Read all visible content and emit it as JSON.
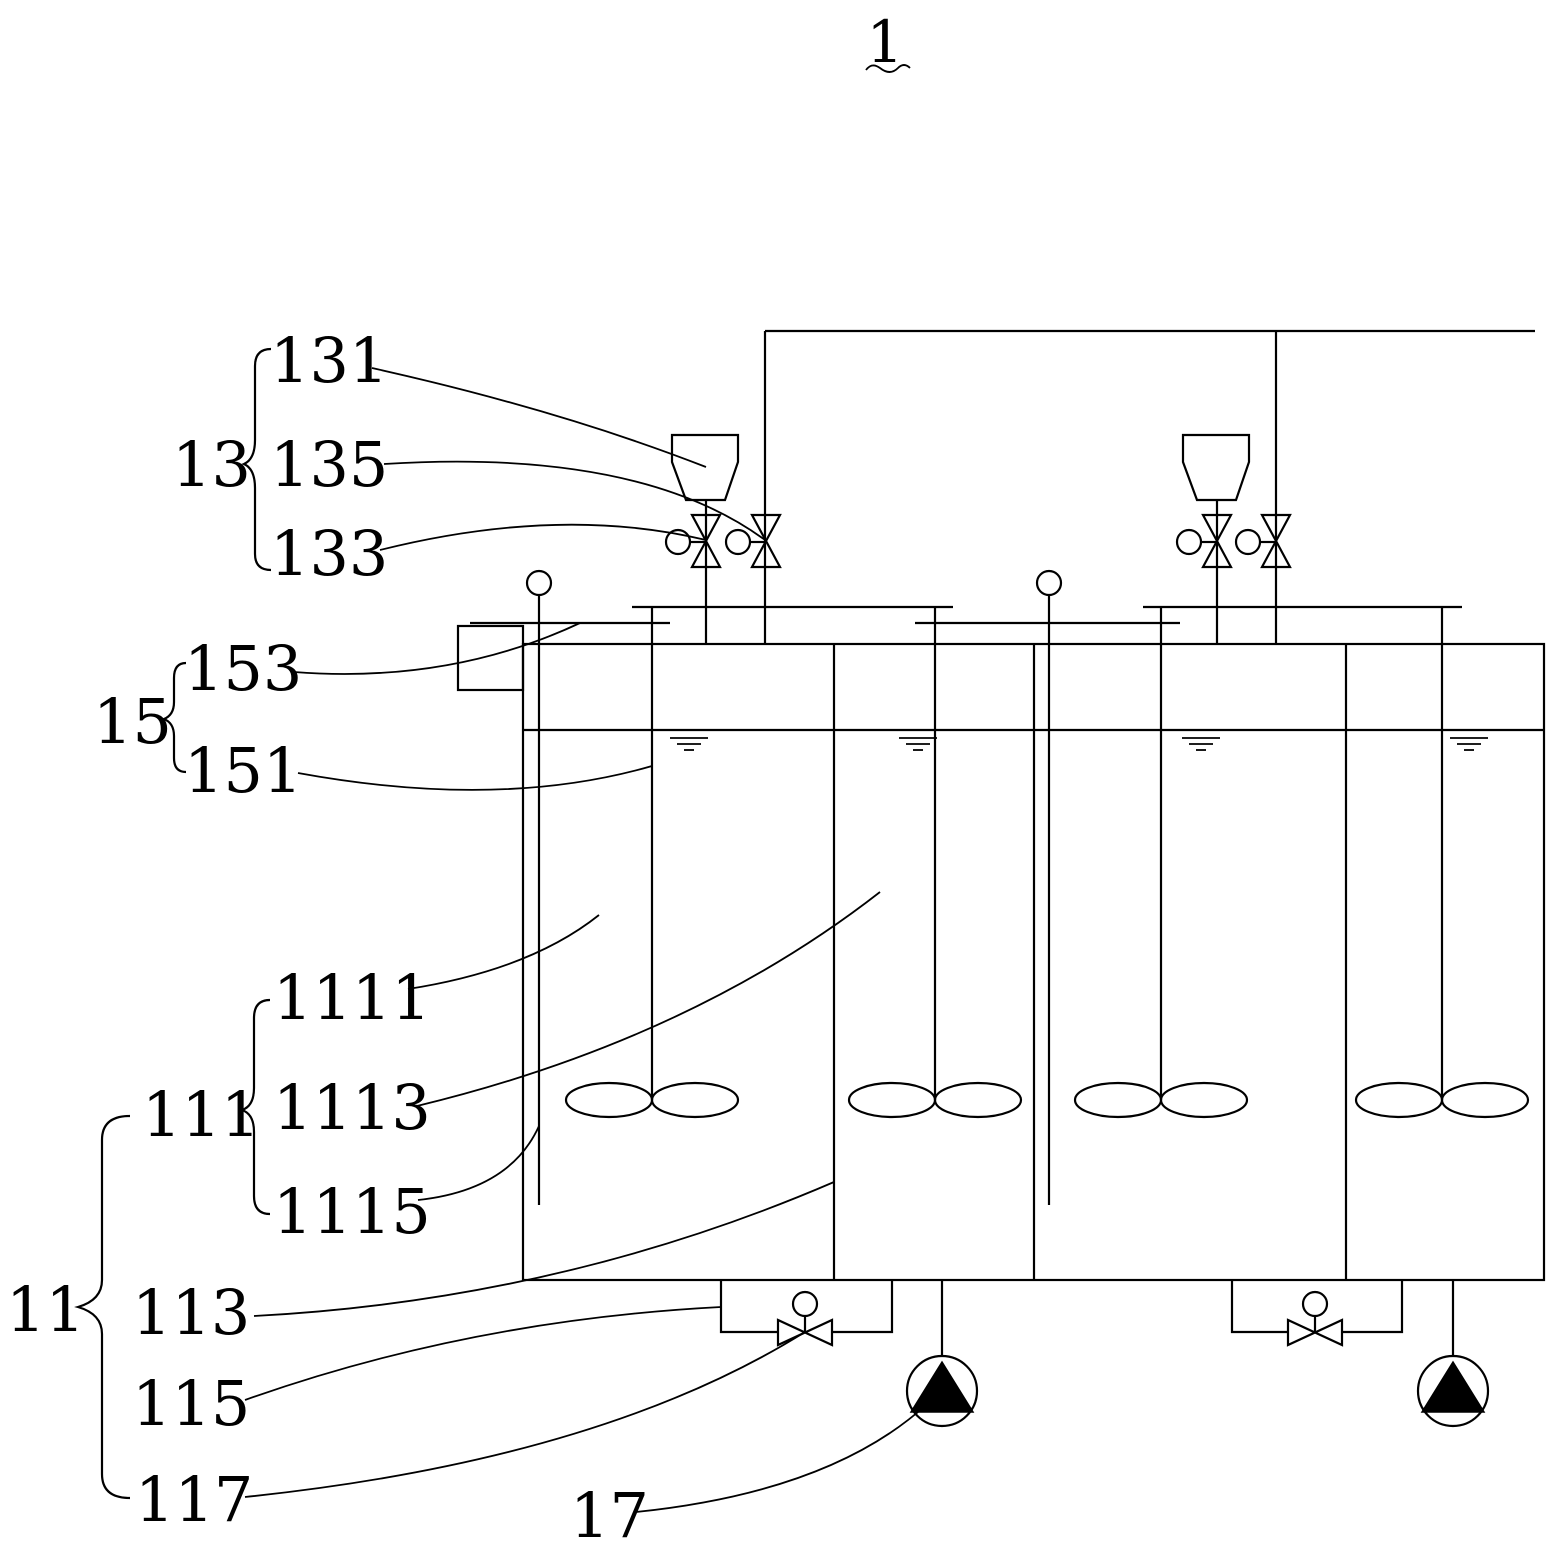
{
  "figure": {
    "number": "1",
    "labels": {
      "l131": "131",
      "l13": "13",
      "l135": "135",
      "l133": "133",
      "l153": "153",
      "l15": "15",
      "l151": "151",
      "l1111": "1111",
      "l1113": "1113",
      "l111": "111",
      "l1115": "1115",
      "l11": "11",
      "l113": "113",
      "l115": "115",
      "l117": "117",
      "l17": "17"
    }
  }
}
